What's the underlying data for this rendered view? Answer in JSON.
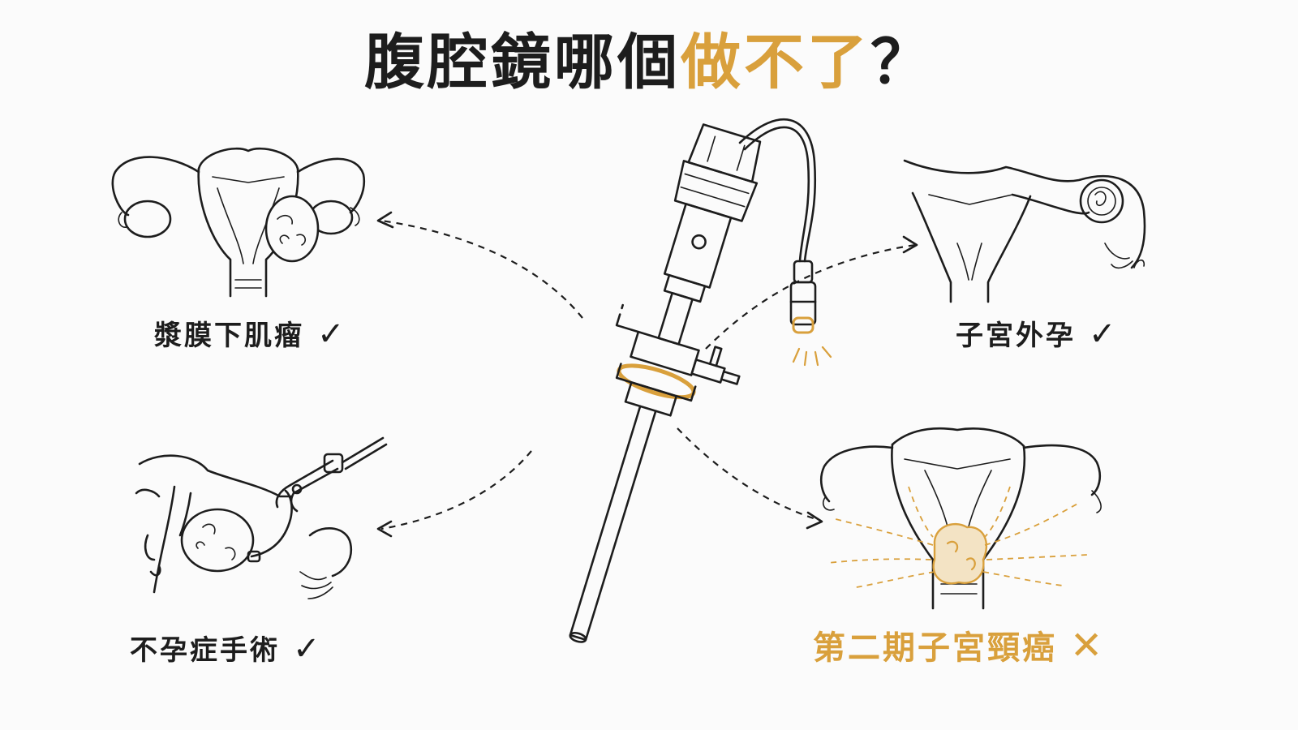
{
  "title": {
    "main": "腹腔鏡哪個",
    "accent": "做不了",
    "suffix": "？"
  },
  "cases": [
    {
      "label": "漿膜下肌瘤",
      "mark": "✓",
      "status": "ok"
    },
    {
      "label": "子宮外孕",
      "mark": "✓",
      "status": "ok"
    },
    {
      "label": "不孕症手術",
      "mark": "✓",
      "status": "ok"
    },
    {
      "label": "第二期子宮頸癌",
      "mark": "✕",
      "status": "no"
    }
  ],
  "icons": [
    "laparoscope-icon",
    "uterus-fibroid-icon",
    "ectopic-pregnancy-icon",
    "infertility-surgery-icon",
    "cervical-cancer-icon"
  ],
  "colors": {
    "accent": "#d9a03c",
    "ink": "#1d1d1d",
    "background": "#fbfbfb"
  }
}
